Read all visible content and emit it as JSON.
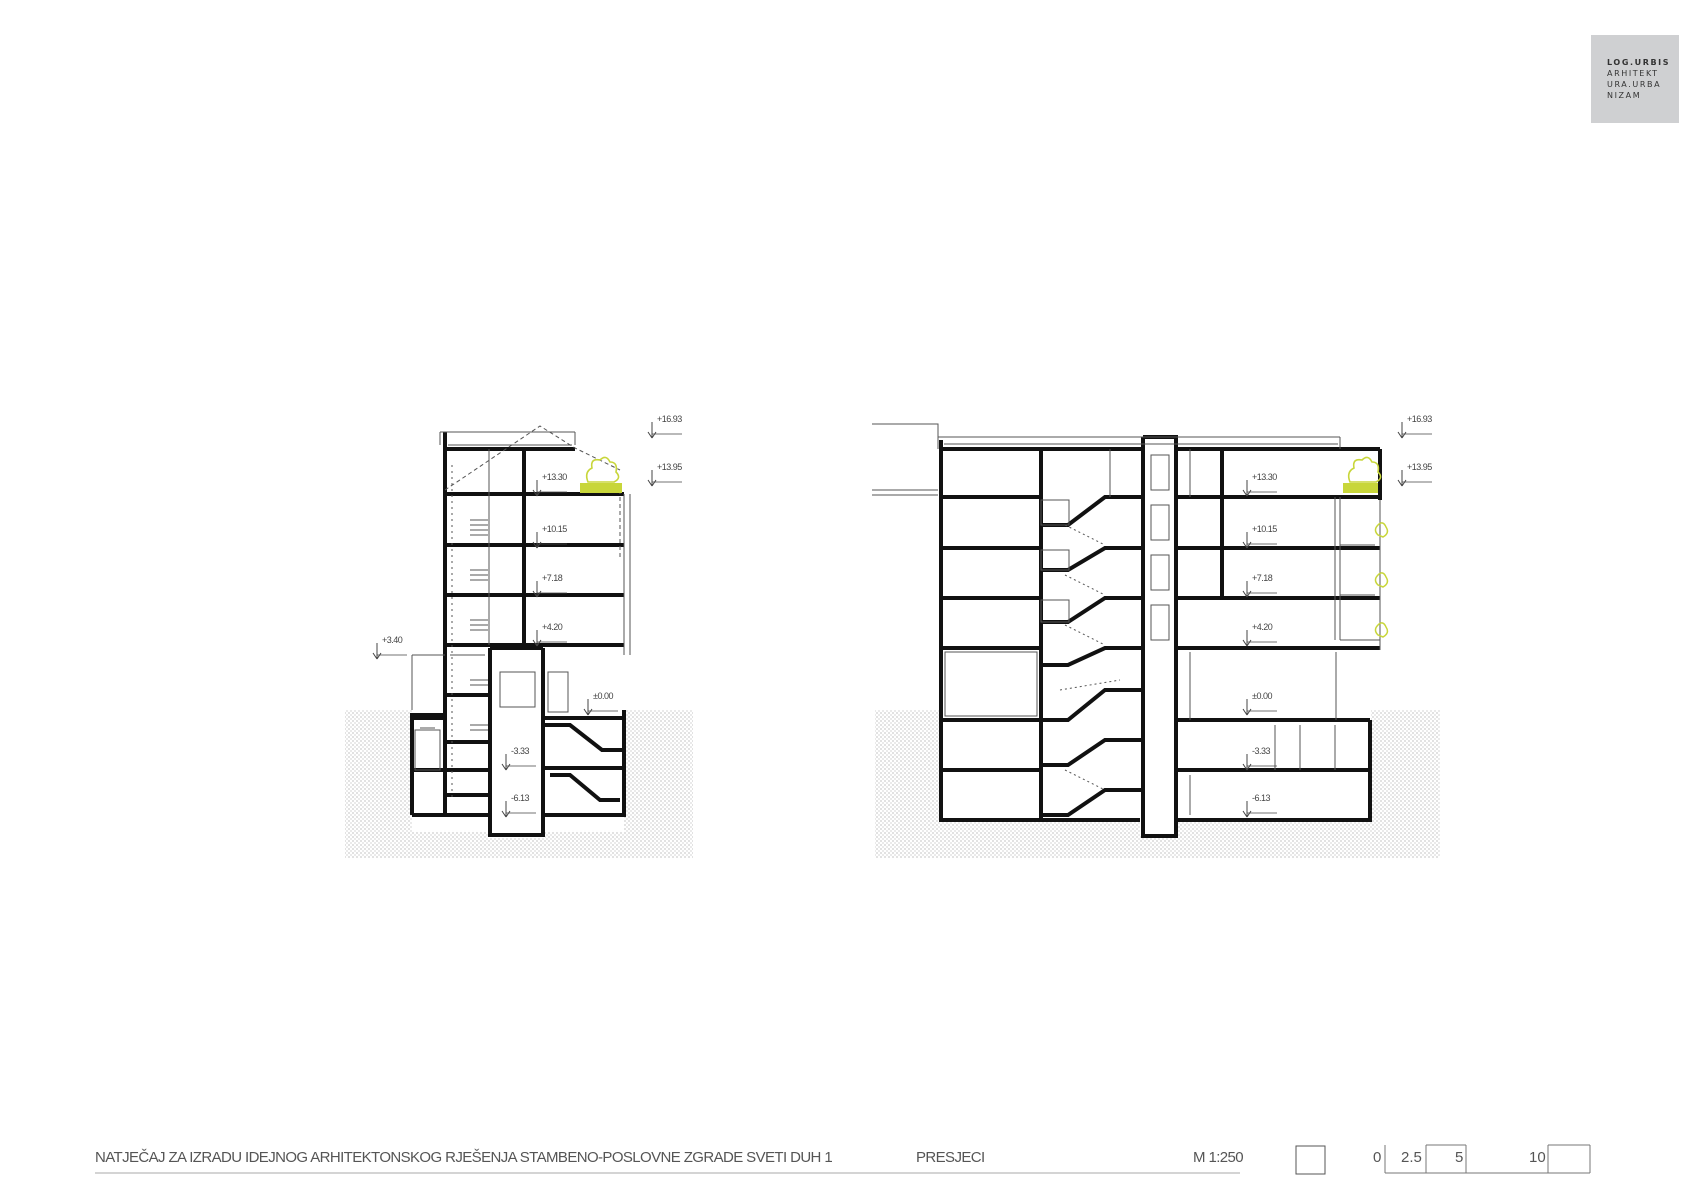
{
  "logo": {
    "line1": "LOG.URBIS",
    "line2": "ARHITEKT",
    "line3": "URA.URBA",
    "line4": "NIZAM"
  },
  "footer": {
    "project_title": "NATJEČAJ ZA IZRADU IDEJNOG ARHITEKTONSKOG RJEŠENJA STAMBENO-POSLOVNE ZGRADE SVETI DUH 1",
    "sheet_title": "PRESJECI",
    "scale": "M 1:250",
    "scale_bar": [
      "0",
      "2.5",
      "5",
      "10"
    ]
  },
  "section_left": {
    "levels": [
      "+16.93",
      "+13.95",
      "+13.30",
      "+10.15",
      "+7.18",
      "+4.20",
      "+3.40",
      "±0.00",
      "-3.33",
      "-6.13"
    ]
  },
  "section_right": {
    "levels": [
      "+16.93",
      "+13.95",
      "+13.30",
      "+10.15",
      "+7.18",
      "+4.20",
      "±0.00",
      "-3.33",
      "-6.13"
    ]
  },
  "colors": {
    "line": "#111111",
    "greenery": "#c8d63a",
    "logo_bg": "#cfd0d2"
  }
}
